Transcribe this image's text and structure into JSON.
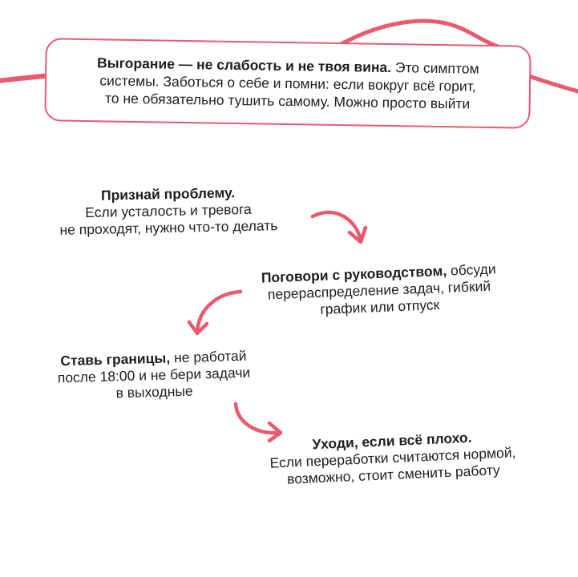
{
  "colors": {
    "accent": "#e95a6e",
    "text": "#1e1e1e",
    "background": "#ffffff"
  },
  "intro": {
    "bold_text": "Выгорание — не слабость и не твоя вина.",
    "line_1": " Это симптом",
    "line_2": "системы. Заботься о себе и помни: если вокруг всё горит,",
    "line_3": "то не обязательно тушить самому. Можно просто выйти"
  },
  "steps": [
    {
      "title": "Признай проблему.",
      "text_1": "Если усталость и тревога",
      "text_2": "не проходят, нужно что-то делать"
    },
    {
      "title": "Поговори с руководством,",
      "text_1": " обсуди",
      "text_2": "перераспределение задач, гибкий",
      "text_3": "график или отпуск"
    },
    {
      "title": "Ставь границы,",
      "text_1": " не работай",
      "text_2": "после 18:00 и не бери задачи",
      "text_3": "в выходные"
    },
    {
      "title": "Уходи, если всё плохо.",
      "text_1": "Если переработки считаются нормой,",
      "text_2": "возможно, стоит сменить работу"
    }
  ],
  "icons": {
    "arrow": "curved-arrow-icon",
    "wave": "wavy-line"
  }
}
